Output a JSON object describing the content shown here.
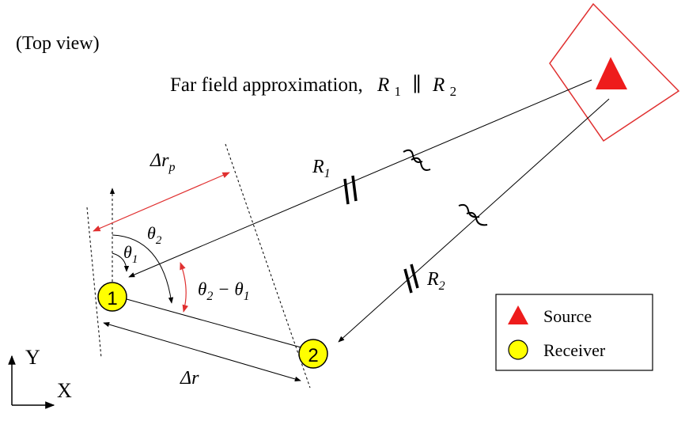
{
  "view_label": "(Top view)",
  "title": {
    "prefix": "Far field approximation,",
    "r1": "R",
    "r1_sub": "1",
    "parallel": "∥",
    "r2": "R",
    "r2_sub": "2"
  },
  "labels": {
    "delta_rp": "Δr",
    "delta_rp_sub": "p",
    "delta_r": "Δr",
    "R1": "R",
    "R1_sub": "1",
    "R2": "R",
    "R2_sub": "2",
    "theta1": "θ",
    "theta1_sub": "1",
    "theta2": "θ",
    "theta2_sub": "2",
    "theta_diff_a": "θ",
    "theta_diff_a_sub": "2",
    "theta_diff_op": " − ",
    "theta_diff_b": "θ",
    "theta_diff_b_sub": "1",
    "receiver1": "1",
    "receiver2": "2"
  },
  "axes": {
    "y": "Y",
    "x": "X"
  },
  "legend": {
    "items": [
      {
        "label": "Source",
        "icon": "triangle-icon"
      },
      {
        "label": "Receiver",
        "icon": "circle-icon"
      }
    ]
  },
  "colors": {
    "source": "#ee1c1c",
    "receiver": "#ffff00",
    "accent": "#e03030",
    "ink": "#000000"
  }
}
